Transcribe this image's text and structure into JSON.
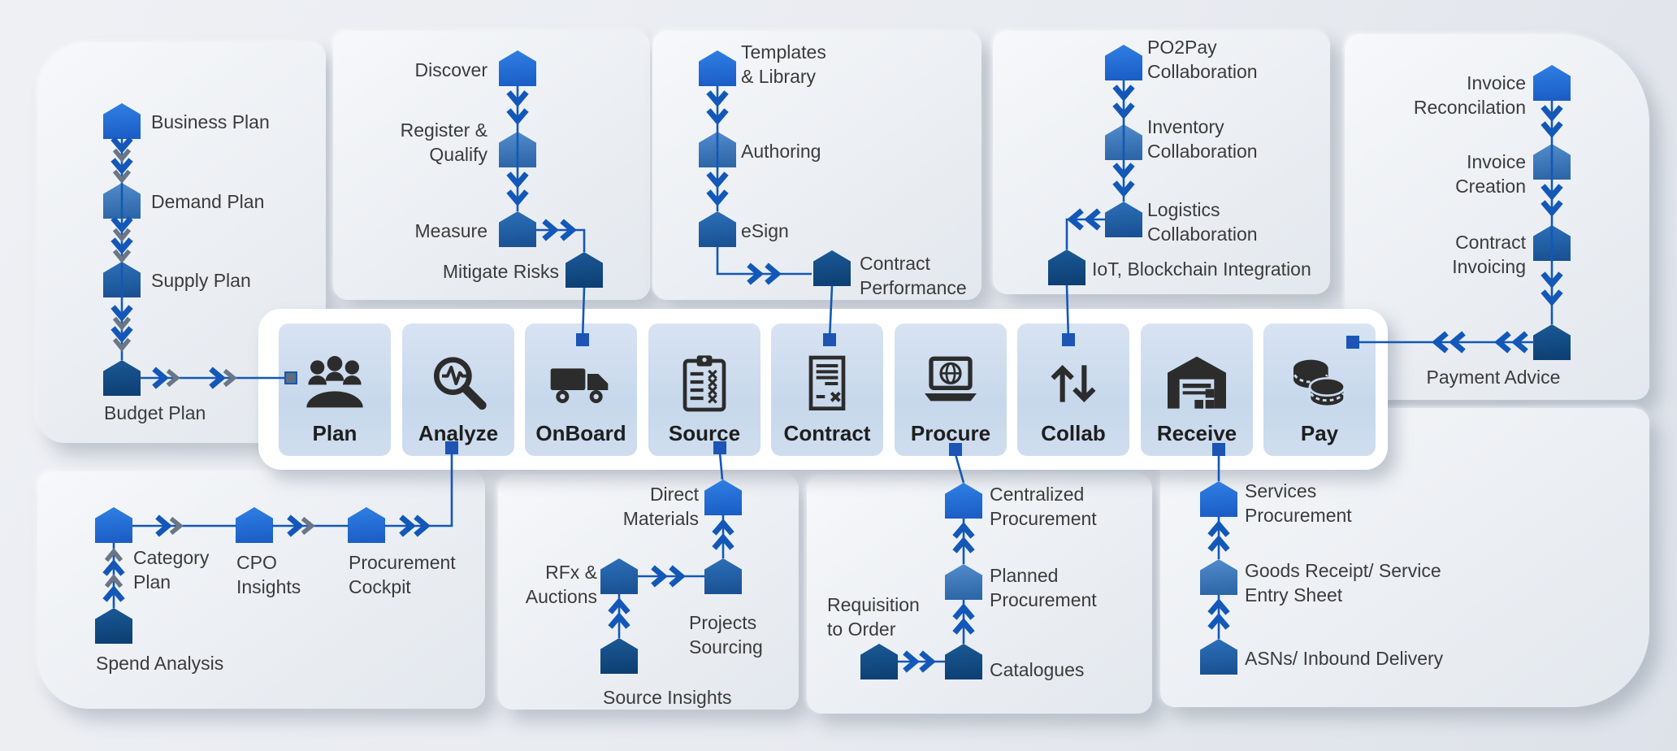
{
  "colors": {
    "connector_blue": "#1358b8",
    "chevron_gray": "#6a7686",
    "square_blue": "#2053b4",
    "square_gray": "#5f6d80",
    "icon_dark": "#2c2c2c",
    "tile_blue": "#c9daed",
    "level1_top": "#2e7de2",
    "level1_bottom": "#1b5ec6",
    "level2_top": "#5089c9",
    "level2_bottom": "#2d67a8",
    "level3_top": "#2b6db6",
    "level3_bottom": "#1a5293",
    "level4_top": "#1a5793",
    "level4_bottom": "#0d4074"
  },
  "bar": {
    "steps": [
      {
        "id": "plan",
        "label": "Plan",
        "icon": "meeting-icon"
      },
      {
        "id": "analyze",
        "label": "Analyze",
        "icon": "magnifier-pulse-icon"
      },
      {
        "id": "onboard",
        "label": "OnBoard",
        "icon": "truck-icon"
      },
      {
        "id": "source",
        "label": "Source",
        "icon": "checklist-clipboard-icon"
      },
      {
        "id": "contract",
        "label": "Contract",
        "icon": "contract-document-icon"
      },
      {
        "id": "procure",
        "label": "Procure",
        "icon": "laptop-globe-icon"
      },
      {
        "id": "collab",
        "label": "Collab",
        "icon": "updown-arrows-icon"
      },
      {
        "id": "receive",
        "label": "Receive",
        "icon": "warehouse-icon"
      },
      {
        "id": "pay",
        "label": "Pay",
        "icon": "coins-icon"
      }
    ]
  },
  "panels": [
    {
      "id": "plan",
      "nodes": [
        {
          "id": "business-plan",
          "label": "Business Plan"
        },
        {
          "id": "demand-plan",
          "label": "Demand Plan"
        },
        {
          "id": "supply-plan",
          "label": "Supply Plan"
        },
        {
          "id": "budget-plan",
          "label": "Budget Plan"
        }
      ]
    },
    {
      "id": "onboard",
      "nodes": [
        {
          "id": "discover",
          "label": "Discover"
        },
        {
          "id": "register-qualify",
          "label": "Register &\nQualify"
        },
        {
          "id": "measure",
          "label": "Measure"
        },
        {
          "id": "mitigate-risks",
          "label": "Mitigate Risks"
        }
      ]
    },
    {
      "id": "contract",
      "nodes": [
        {
          "id": "templates-library",
          "label": "Templates\n& Library"
        },
        {
          "id": "authoring",
          "label": "Authoring"
        },
        {
          "id": "esign",
          "label": "eSign"
        },
        {
          "id": "contract-performance",
          "label": "Contract\nPerformance"
        }
      ]
    },
    {
      "id": "collab",
      "nodes": [
        {
          "id": "po2pay-collaboration",
          "label": "PO2Pay\nCollaboration"
        },
        {
          "id": "inventory-collaboration",
          "label": "Inventory\nCollaboration"
        },
        {
          "id": "logistics-collaboration",
          "label": "Logistics\nCollaboration"
        },
        {
          "id": "iot-blockchain-integration",
          "label": "IoT, Blockchain Integration"
        }
      ]
    },
    {
      "id": "pay",
      "nodes": [
        {
          "id": "invoice-reconcilation",
          "label": "Invoice\nReconcilation"
        },
        {
          "id": "invoice-creation",
          "label": "Invoice\nCreation"
        },
        {
          "id": "contract-invoicing",
          "label": "Contract\nInvoicing"
        },
        {
          "id": "payment-advice",
          "label": "Payment Advice"
        }
      ]
    },
    {
      "id": "analyze",
      "nodes": [
        {
          "id": "category-plan",
          "label": "Category\nPlan"
        },
        {
          "id": "cpo-insights",
          "label": "CPO\nInsights"
        },
        {
          "id": "procurement-cockpit",
          "label": "Procurement\nCockpit"
        },
        {
          "id": "spend-analysis",
          "label": "Spend Analysis"
        }
      ]
    },
    {
      "id": "source",
      "nodes": [
        {
          "id": "direct-materials",
          "label": "Direct\nMaterials"
        },
        {
          "id": "rfx-auctions",
          "label": "RFx &\nAuctions"
        },
        {
          "id": "projects-sourcing",
          "label": "Projects\nSourcing"
        },
        {
          "id": "source-insights",
          "label": "Source Insights"
        }
      ]
    },
    {
      "id": "procure",
      "nodes": [
        {
          "id": "centralized-procurement",
          "label": "Centralized\nProcurement"
        },
        {
          "id": "planned-procurement",
          "label": "Planned\nProcurement"
        },
        {
          "id": "catalogues",
          "label": "Catalogues"
        },
        {
          "id": "requisition-to-order",
          "label": "Requisition\nto Order"
        }
      ]
    },
    {
      "id": "receive",
      "nodes": [
        {
          "id": "services-procurement",
          "label": "Services\nProcurement"
        },
        {
          "id": "goods-receipt-service-entry-sheet",
          "label": "Goods Receipt/ Service\nEntry Sheet"
        },
        {
          "id": "asns-inbound-delivery",
          "label": "ASNs/ Inbound Delivery"
        }
      ]
    }
  ]
}
